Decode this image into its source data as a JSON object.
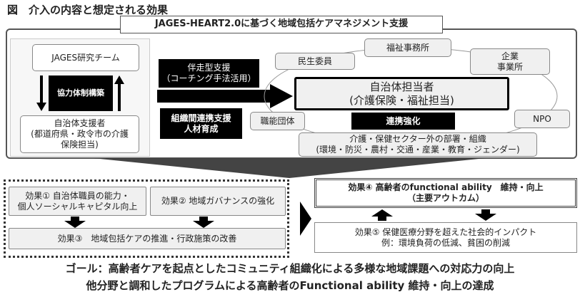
{
  "title": "図　介入の内容と想定される効果",
  "program": {
    "header": "JAGES-HEART2.0に基づく地域包括ケアマネジメント支援",
    "research_team": "JAGES研究チーム",
    "cooperation": "協力体制構築",
    "supporter": "自治体支援者\n(都道府県・政令市の介護\n保険担当)",
    "coaching": "伴走型支援\n（コーチング手法活用）",
    "org_support": "組織間連携支援\n人材育成",
    "municipal_staff": "自治体担当者\n(介護保険・福祉担当)",
    "collaboration": "連携強化",
    "stakeholders": {
      "minsei": "民生委員",
      "welfare_office": "福祉事務所",
      "company": "企業\n事業所",
      "professional": "職能団体",
      "npo": "NPO",
      "other_sectors": "介護・保健セクター外の部署・組織\n(環境・防災・農村・交通・産業・教育・ジェンダー)"
    }
  },
  "effects": {
    "e1": "効果① 自治体職員の能力・\n個人ソーシャルキャピタル向上",
    "e2": "効果② 地域ガバナンスの強化",
    "e3": "効果③　地域包括ケアの推進・行政施策の改善",
    "e4": "効果④ 高齢者のfunctional ability　維持・向上\n（主要アウトカム）",
    "e5": "効果⑤ 保健医療分野を超えた社会的インパクト\n例：環境負荷の低減、貧困の削減"
  },
  "goal": {
    "line1": "ゴール：高齢者ケアを起点としたコミュニティ組織化による多様な地域課題への対応力の向上",
    "line2": "他分野と調和したプログラムによる高齢者のFunctional ability 維持・向上の達成"
  }
}
